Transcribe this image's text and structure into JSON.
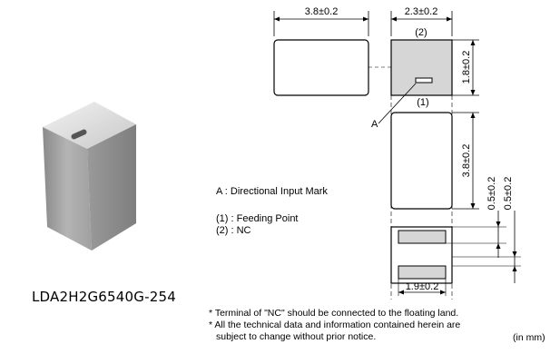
{
  "part": {
    "name": "LDA2H2G6540G-254"
  },
  "dimensions": {
    "width_outer": "3.8±0.2",
    "width_top": "2.3±0.2",
    "height_top": "1.8±0.2",
    "length_front": "3.8±0.2",
    "land_gap_1": "0.5±0.2",
    "land_gap_2": "0.5±0.2",
    "width_bottom": "1.9±0.2"
  },
  "labels": {
    "terminal_2": "(2)",
    "terminal_1": "(1)",
    "marker_a": "A"
  },
  "legend": {
    "a": "A : Directional Input Mark",
    "feeding": "(1) : Feeding Point",
    "nc": "(2) : NC"
  },
  "notes": {
    "line1": "* Terminal of \"NC\" should be connected to the floating land.",
    "line2": "* All the technical data and information contained herein are",
    "line3": "subject to change without prior notice.",
    "unit": "(in mm)"
  },
  "colors": {
    "land_fill": "#d6d6d6",
    "stroke": "#000000"
  }
}
